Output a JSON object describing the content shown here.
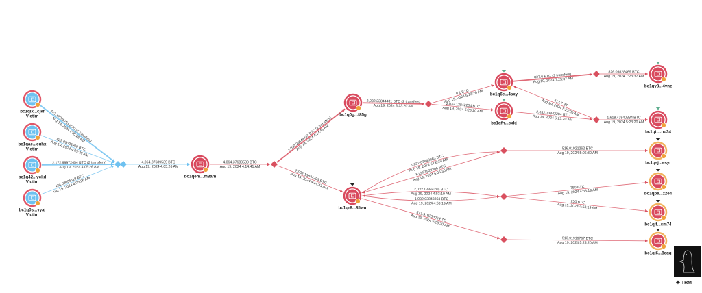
{
  "colors": {
    "victim": "#6ec1f0",
    "victim_ring": "#e05768",
    "wallet": "#d94a5e",
    "wallet_ring_orange": "#f2b25c",
    "edge_red": "#d9505f",
    "edge_blue": "#6ec1f0",
    "coin_badge": "#f0a13a"
  },
  "nodes": [
    {
      "id": "v1",
      "label": "bc1qlx...cjkf",
      "sublabel": "Victim",
      "type": "victim"
    },
    {
      "id": "v2",
      "label": "bc1qae...euhx",
      "sublabel": "Victim",
      "type": "victim"
    },
    {
      "id": "v3",
      "label": "bc1q42...yckd",
      "sublabel": "Victim",
      "type": "victim"
    },
    {
      "id": "v4",
      "label": "bc1q0s...vyaj",
      "sublabel": "Victim",
      "type": "victim"
    },
    {
      "id": "em",
      "label": "bc1qem...m8am",
      "type": "wallet"
    },
    {
      "id": "g0",
      "label": "bc1q0g...f85g",
      "type": "wallet"
    },
    {
      "id": "r8",
      "label": "bc1qr8...85wu",
      "type": "wallet",
      "marker": true
    },
    {
      "id": "e6",
      "label": "bc1q6e...4sxy",
      "type": "wallet",
      "marker_green": true
    },
    {
      "id": "fn",
      "label": "bc1qfn...cxkj",
      "type": "wallet",
      "marker_green": true
    },
    {
      "id": "y8",
      "label": "bc1qy8...4ynz",
      "type": "wallet",
      "marker_green": true
    },
    {
      "id": "tl",
      "label": "bc1qtl...nu34",
      "type": "wallet",
      "marker_green": true
    },
    {
      "id": "sj",
      "label": "bc1qsj...esyr",
      "type": "wallet_orange",
      "marker": true
    },
    {
      "id": "pe",
      "label": "bc1qpe...z2e4",
      "type": "wallet_orange",
      "marker": true
    },
    {
      "id": "lf",
      "label": "bc1qlf...sm74",
      "type": "wallet_orange",
      "marker": true
    },
    {
      "id": "j6",
      "label": "bc1qj6...8cgq",
      "type": "wallet_orange",
      "marker": true
    }
  ],
  "edges": [
    {
      "from": "v1",
      "to": "b1",
      "amount": "642.32208753 BTC (2 transfers)",
      "date": "Aug 19, 2024 4:05:26 AM",
      "color": "blue",
      "heavy": true
    },
    {
      "from": "v2",
      "to": "b1",
      "amount": "825.09033900 BTC",
      "date": "Aug 19, 2024 4:05:26 AM",
      "color": "blue"
    },
    {
      "from": "v3",
      "to": "b1",
      "amount": "2,172.99972454 BTC (2 transfers)",
      "date": "Aug 19, 2024 4:05:26 AM",
      "color": "blue",
      "heavy": true
    },
    {
      "from": "v4",
      "to": "b1",
      "amount": "424.09085118 BTC",
      "date": "Aug 19, 2024 4:05:26 AM",
      "color": "blue"
    },
    {
      "from": "b2",
      "to": "em",
      "amount": "4,064.37689539 BTC",
      "date": "Aug 19, 2024 4:05:26 AM",
      "color": "blue"
    },
    {
      "from": "em",
      "to": "d1",
      "amount": "4,064.37689539 BTC",
      "date": "Aug 19, 2024 4:14:41 AM",
      "color": "red"
    },
    {
      "from": "d1",
      "to": "g0",
      "amount": "2,032.23844431 BTC (2 transfers)",
      "date": "Aug 19, 2024 4:14:41 AM",
      "color": "red",
      "heavy": true
    },
    {
      "from": "d1",
      "to": "r8",
      "amount": "2,032.13844295 BTC",
      "date": "Aug 19, 2024 4:14:41 AM",
      "color": "red"
    },
    {
      "from": "g0",
      "to": "d2",
      "amount": "2,032.23844431 BTC (2 transfers)",
      "date": "Aug 19, 2024 5:23:20 AM",
      "color": "red",
      "heavy": true
    },
    {
      "from": "d2",
      "to": "e6",
      "amount": "0.1 BTC",
      "date": "Aug 19, 2024 5:23:20 AM",
      "color": "red"
    },
    {
      "from": "d2",
      "to": "fn",
      "amount": "2,032.13842204 BTC",
      "date": "Aug 19, 2024 5:23:20 AM",
      "color": "red"
    },
    {
      "from": "e6",
      "to": "d3",
      "amount": "827.6 BTC (3 transfers)",
      "date": "Aug 19, 2024 7:23:37 AM",
      "color": "red",
      "heavy": true
    },
    {
      "from": "d3",
      "to": "y8",
      "amount": "826.09828469 BTC",
      "date": "Aug 19, 2024 7:23:37 AM",
      "color": "red"
    },
    {
      "from": "d4",
      "to": "e6",
      "amount": "413.7 BTC",
      "date": "Aug 19, 2024 5:23:20 AM",
      "color": "red"
    },
    {
      "from": "fn",
      "to": "d4",
      "amount": "2,032.13842204 BTC",
      "date": "Aug 19, 2024 5:23:20 AM",
      "color": "red"
    },
    {
      "from": "d4",
      "to": "tl",
      "amount": "1,618.43840384 BTC",
      "date": "Aug 19, 2024 5:23:20 AM",
      "color": "red"
    },
    {
      "from": "r8",
      "to": "d5",
      "amount": "1,032.03843863 BTC",
      "date": "Aug 19, 2024 5:06:30 AM",
      "color": "red",
      "bend": -18
    },
    {
      "from": "d5",
      "to": "r8",
      "amount": "513.91920306 BTC",
      "date": "Aug 19, 2024 5:06:30 AM",
      "color": "red",
      "bend": 4
    },
    {
      "from": "r8",
      "to": "d6",
      "amount": "2,032.13844295 BTC",
      "date": "Aug 19, 2024 4:53:19 AM",
      "color": "red",
      "bend": -6
    },
    {
      "from": "d6",
      "to": "r8",
      "amount": "1,032.03843863 BTC",
      "date": "Aug 19, 2024 4:53:19 AM",
      "color": "red",
      "bend": -6
    },
    {
      "from": "r8",
      "to": "d7",
      "amount": "513.91920306 BTC",
      "date": "Aug 19, 2024 5:23:20 AM",
      "color": "red"
    },
    {
      "from": "d5",
      "to": "sj",
      "amount": "516.01921262 BTC",
      "date": "Aug 19, 2024 5:06:30 AM",
      "color": "red"
    },
    {
      "from": "d6",
      "to": "pe",
      "amount": "750 BTC",
      "date": "Aug 19, 2024 4:53:19 AM",
      "color": "red"
    },
    {
      "from": "d6",
      "to": "lf",
      "amount": "250 BTC",
      "date": "Aug 19, 2024 4:53:19 AM",
      "color": "red"
    },
    {
      "from": "d7",
      "to": "j6",
      "amount": "513.91919767 BTC",
      "date": "Aug 19, 2024 5:23:20 AM",
      "color": "red"
    }
  ],
  "logo": {
    "text": "TRM"
  }
}
